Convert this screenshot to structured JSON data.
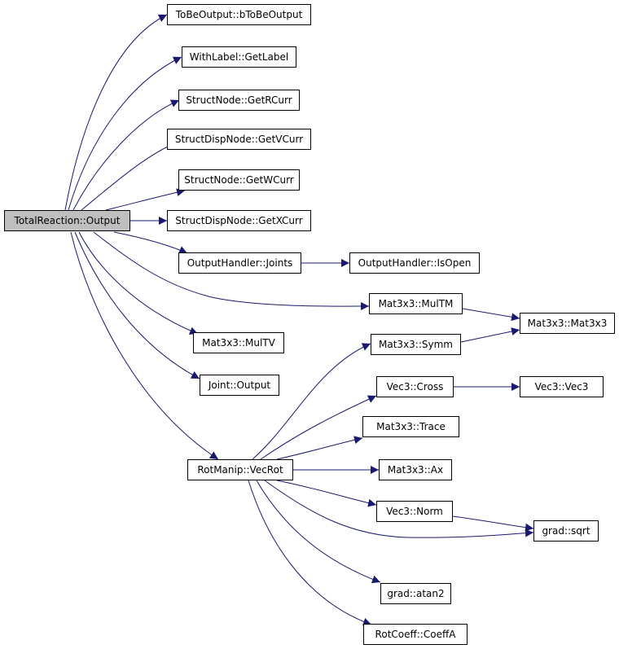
{
  "colors": {
    "edge": "#191970",
    "root_fill": "#bfbfbf",
    "node_fill": "#ffffff",
    "border": "#000000"
  },
  "nodes": {
    "root": "TotalReaction::Output",
    "tobeoutput": "ToBeOutput::bToBeOutput",
    "withlabel": "WithLabel::GetLabel",
    "getrcurr": "StructNode::GetRCurr",
    "getvcurr": "StructDispNode::GetVCurr",
    "getwcurr": "StructNode::GetWCurr",
    "getxcurr": "StructDispNode::GetXCurr",
    "joints": "OutputHandler::Joints",
    "isopen": "OutputHandler::IsOpen",
    "multm": "Mat3x3::MulTM",
    "mat3x3": "Mat3x3::Mat3x3",
    "multv": "Mat3x3::MulTV",
    "symm": "Mat3x3::Symm",
    "jointoutput": "Joint::Output",
    "cross": "Vec3::Cross",
    "vec3": "Vec3::Vec3",
    "trace": "Mat3x3::Trace",
    "vecrot": "RotManip::VecRot",
    "ax": "Mat3x3::Ax",
    "norm": "Vec3::Norm",
    "sqrt": "grad::sqrt",
    "atan2": "grad::atan2",
    "coeffa": "RotCoeff::CoeffA"
  }
}
